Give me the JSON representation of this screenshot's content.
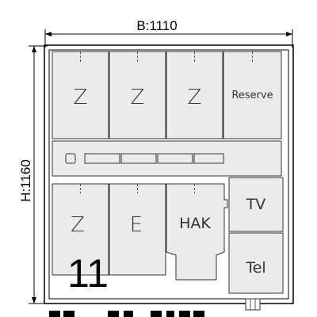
{
  "dimensions": {
    "width_label": "B:1110",
    "height_label": "H:1160"
  },
  "top_row": {
    "fields": [
      "Z",
      "Z",
      "Z",
      "Reserve"
    ]
  },
  "middle_row": {
    "label": ""
  },
  "bottom_row": {
    "zaehler": "Z",
    "erweiterung": "E",
    "hak": "HAK",
    "tv": "TV",
    "tel": "Tel"
  },
  "marker": {
    "number": "11"
  },
  "colors": {
    "frame": "#000000",
    "field_fill": "#ebebeb",
    "line": "#333333"
  }
}
